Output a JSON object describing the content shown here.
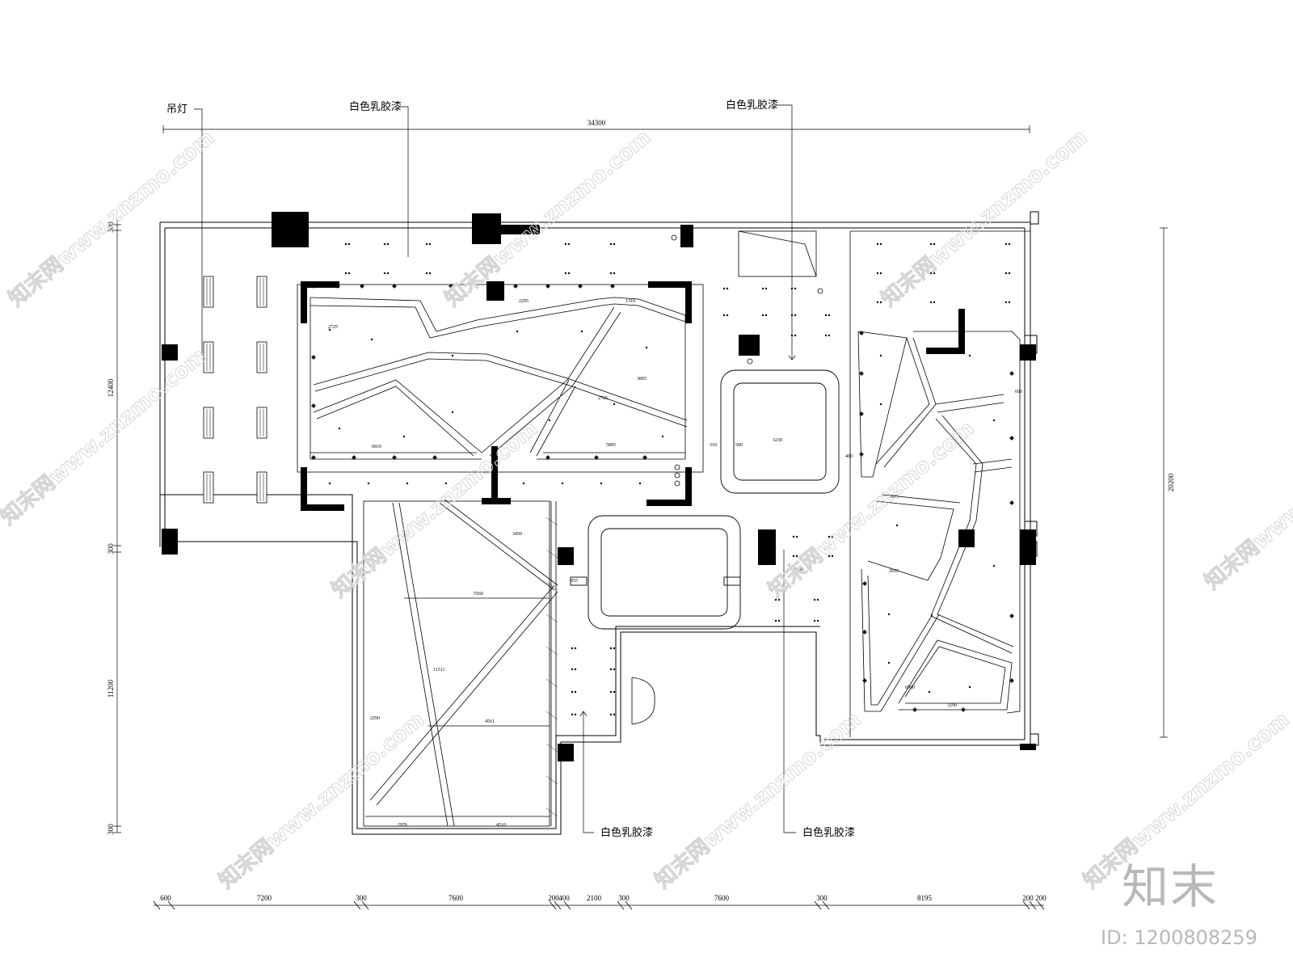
{
  "labels": {
    "pendant_light": "吊灯",
    "paint_top_left": "白色乳胶漆",
    "paint_top_right": "白色乳胶漆",
    "paint_bottom_left": "白色乳胶漆",
    "paint_bottom_right": "白色乳胶漆"
  },
  "dimensions": {
    "overall_width": "34300",
    "overall_height": "20200",
    "bottom": [
      "600",
      "7200",
      "300",
      "7600",
      "200",
      "400",
      "2100",
      "300",
      "7600",
      "300",
      "8195",
      "200",
      "200"
    ],
    "left": [
      "300",
      "12400",
      "300",
      "11200",
      "300"
    ]
  },
  "inner_dims": {
    "a": "2725",
    "b": "2295",
    "c": "1310",
    "d": "3805",
    "e": "2725",
    "f": "5805",
    "g": "6810",
    "h": "3230",
    "i": "3825",
    "j": "5560",
    "k": "4561",
    "l": "2976",
    "m": "4510",
    "n": "2290",
    "o": "4160",
    "p": "2655",
    "q": "3290",
    "r": "6990",
    "s": "600",
    "t": "500",
    "u": "3450",
    "v": "11511",
    "w": "955",
    "x": "310",
    "y": "400"
  },
  "watermark": {
    "text": "知末网www.znzmo.com",
    "brand": "知末",
    "id": "ID: 1200808259"
  }
}
